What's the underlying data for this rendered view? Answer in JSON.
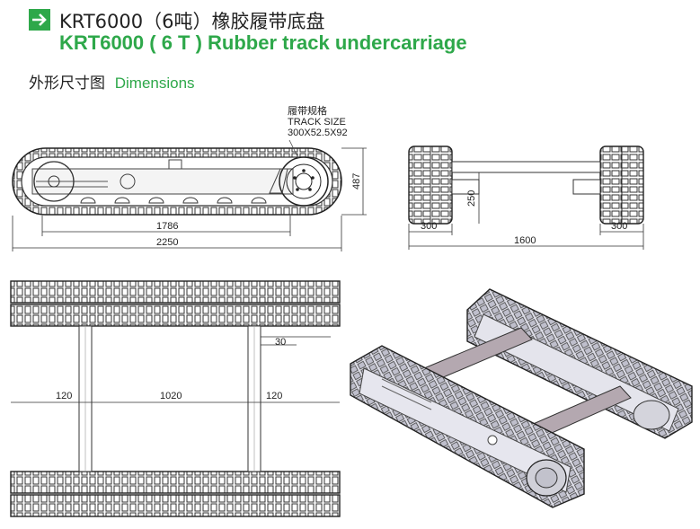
{
  "header": {
    "icon": "arrow-right-icon",
    "accent_color": "#2ea84a",
    "title_cn": "KRT6000（6吨）橡胶履带底盘",
    "title_en": "KRT6000 ( 6 T ) Rubber track undercarriage"
  },
  "section": {
    "label_cn": "外形尺寸图",
    "label_en": "Dimensions"
  },
  "side_view": {
    "track_size_cn": "履带规格",
    "track_size_en": "TRACK SIZE",
    "track_size_value": "300X52.5X92",
    "dim_inner_length": "1786",
    "dim_total_length": "2250",
    "dim_height": "487"
  },
  "front_view": {
    "dim_left_track": "300",
    "dim_right_track": "300",
    "dim_center": "1600",
    "dim_height": "250"
  },
  "top_view": {
    "dim_beam": "30",
    "dim_left": "120",
    "dim_middle": "1020",
    "dim_right": "120"
  }
}
